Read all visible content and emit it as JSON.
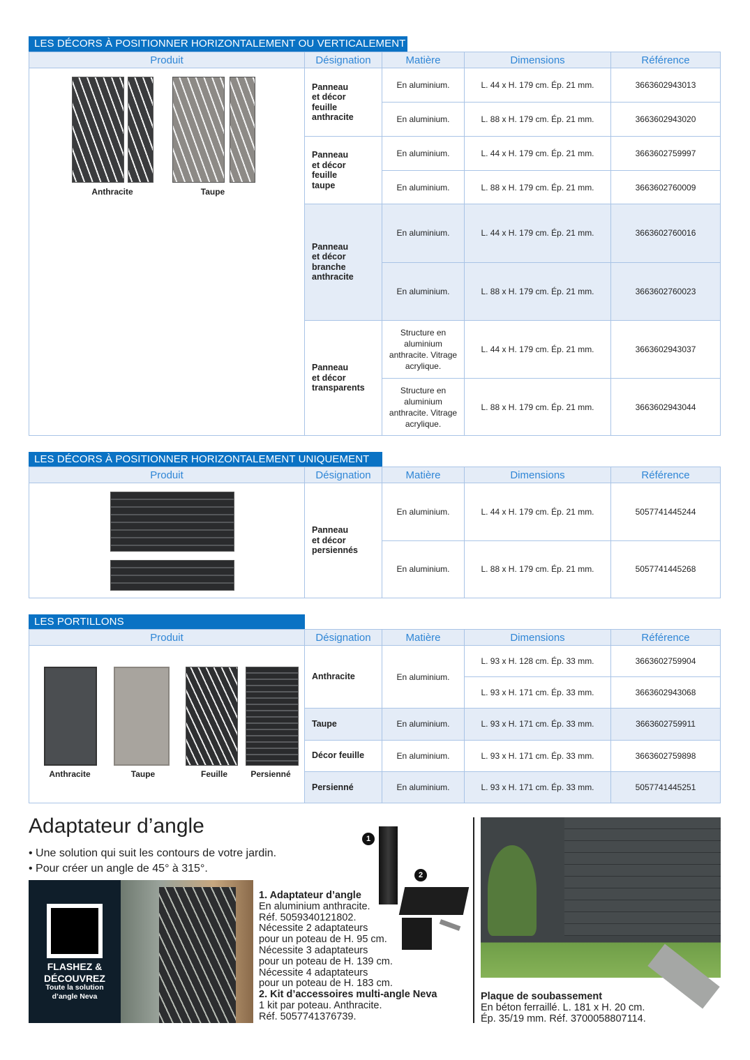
{
  "headers": [
    "Produit",
    "Désignation",
    "Matière",
    "Dimensions",
    "Référence"
  ],
  "tables": [
    {
      "title": "LES DÉCORS À POSITIONNER HORIZONTALEMENT OU VERTICALEMENT",
      "products": [
        {
          "labels": [
            "Anthracite",
            "Taupe"
          ]
        },
        {
          "labels": []
        },
        {
          "labels": []
        }
      ],
      "groups": [
        {
          "designation": "Panneau et décor feuille anthracite",
          "rows": [
            {
              "matiere": "En aluminium.",
              "dimensions": "L. 44 x H. 179 cm. Ép. 21 mm.",
              "reference": "3663602943013"
            },
            {
              "matiere": "En aluminium.",
              "dimensions": "L. 88 x H. 179 cm. Ép. 21 mm.",
              "reference": "3663602943020"
            }
          ]
        },
        {
          "designation": "Panneau et décor feuille taupe",
          "rows": [
            {
              "matiere": "En aluminium.",
              "dimensions": "L. 44 x H. 179 cm. Ép. 21 mm.",
              "reference": "3663602759997"
            },
            {
              "matiere": "En aluminium.",
              "dimensions": "L. 88 x H. 179 cm. Ép. 21 mm.",
              "reference": "3663602760009"
            }
          ]
        },
        {
          "designation": "Panneau et décor branche anthracite",
          "rows": [
            {
              "matiere": "En aluminium.",
              "dimensions": "L. 44 x H. 179 cm. Ép. 21 mm.",
              "reference": "3663602760016"
            },
            {
              "matiere": "En aluminium.",
              "dimensions": "L. 88 x H. 179 cm. Ép. 21 mm.",
              "reference": "3663602760023"
            }
          ]
        },
        {
          "designation": "Panneau et décor transparents",
          "rows": [
            {
              "matiere": "Structure en aluminium anthracite. Vitrage acrylique.",
              "dimensions": "L. 44 x H. 179 cm. Ép. 21 mm.",
              "reference": "3663602943037"
            },
            {
              "matiere": "Structure en aluminium anthracite. Vitrage acrylique.",
              "dimensions": "L. 88 x H. 179 cm. Ép. 21 mm.",
              "reference": "3663602943044"
            }
          ]
        }
      ]
    },
    {
      "title": "LES DÉCORS À POSITIONNER HORIZONTALEMENT UNIQUEMENT",
      "products": [
        {
          "labels": []
        }
      ],
      "groups": [
        {
          "designation": "Panneau et décor persiennés",
          "rows": [
            {
              "matiere": "En aluminium.",
              "dimensions": "L. 44 x H. 179 cm. Ép. 21 mm.",
              "reference": "5057741445244"
            },
            {
              "matiere": "En aluminium.",
              "dimensions": "L. 88 x H. 179 cm. Ép. 21 mm.",
              "reference": "5057741445268"
            }
          ]
        }
      ]
    },
    {
      "title": "LES PORTILLONS",
      "products": [
        {
          "labels": [
            "Anthracite",
            "Taupe",
            "Feuille",
            "Persienné"
          ]
        }
      ],
      "groups": [
        {
          "designation": "Anthracite",
          "rows": [
            {
              "matiere": "En aluminium.",
              "dimensions": "L. 93 x H. 128 cm. Ép. 33 mm.",
              "reference": "3663602759904"
            },
            {
              "matiere": "",
              "dimensions": "L. 93 x H. 171 cm. Ép. 33 mm.",
              "reference": "3663602943068"
            }
          ]
        },
        {
          "designation": "Taupe",
          "rows": [
            {
              "matiere": "En aluminium.",
              "dimensions": "L. 93 x H. 171 cm. Ép. 33 mm.",
              "reference": "3663602759911"
            }
          ]
        },
        {
          "designation": "Décor feuille",
          "rows": [
            {
              "matiere": "En aluminium.",
              "dimensions": "L. 93 x H. 171 cm. Ép. 33 mm.",
              "reference": "3663602759898"
            }
          ]
        },
        {
          "designation": "Persienné",
          "rows": [
            {
              "matiere": "En aluminium.",
              "dimensions": "L. 93 x H. 171 cm. Ép. 33 mm.",
              "reference": "5057741445251"
            }
          ]
        }
      ]
    }
  ],
  "adaptateur": {
    "title": "Adaptateur d’angle",
    "bullets": [
      "• Une solution qui suit les contours de votre jardin.",
      "• Pour créer un angle de 45° à 315°."
    ],
    "qr": {
      "line1": "FLASHEZ &",
      "line2": "DÉCOUVREZ",
      "line3": "Toute la solution",
      "line4": "d’angle Neva"
    },
    "badges": [
      "1",
      "2"
    ],
    "item1_title": "1. Adaptateur d’angle",
    "item1_lines": [
      "En aluminium anthracite.",
      "Réf. 5059340121802.",
      "Nécessite 2 adaptateurs",
      "pour un poteau de H. 95 cm.",
      "Nécessite 3 adaptateurs",
      "pour un poteau de H. 139 cm.",
      "Nécessite 4 adaptateurs",
      "pour un poteau de H. 183 cm."
    ],
    "item2_title": "2. Kit d’accessoires multi-angle Neva",
    "item2_lines": [
      "1 kit par poteau. Anthracite.",
      "Réf. 5057741376739."
    ]
  },
  "plaque": {
    "title": "Plaque de soubassement",
    "lines": [
      "En béton ferraillé. L. 181 x H. 20 cm.",
      "Ép. 35/19 mm. Réf. 3700058807114."
    ]
  }
}
